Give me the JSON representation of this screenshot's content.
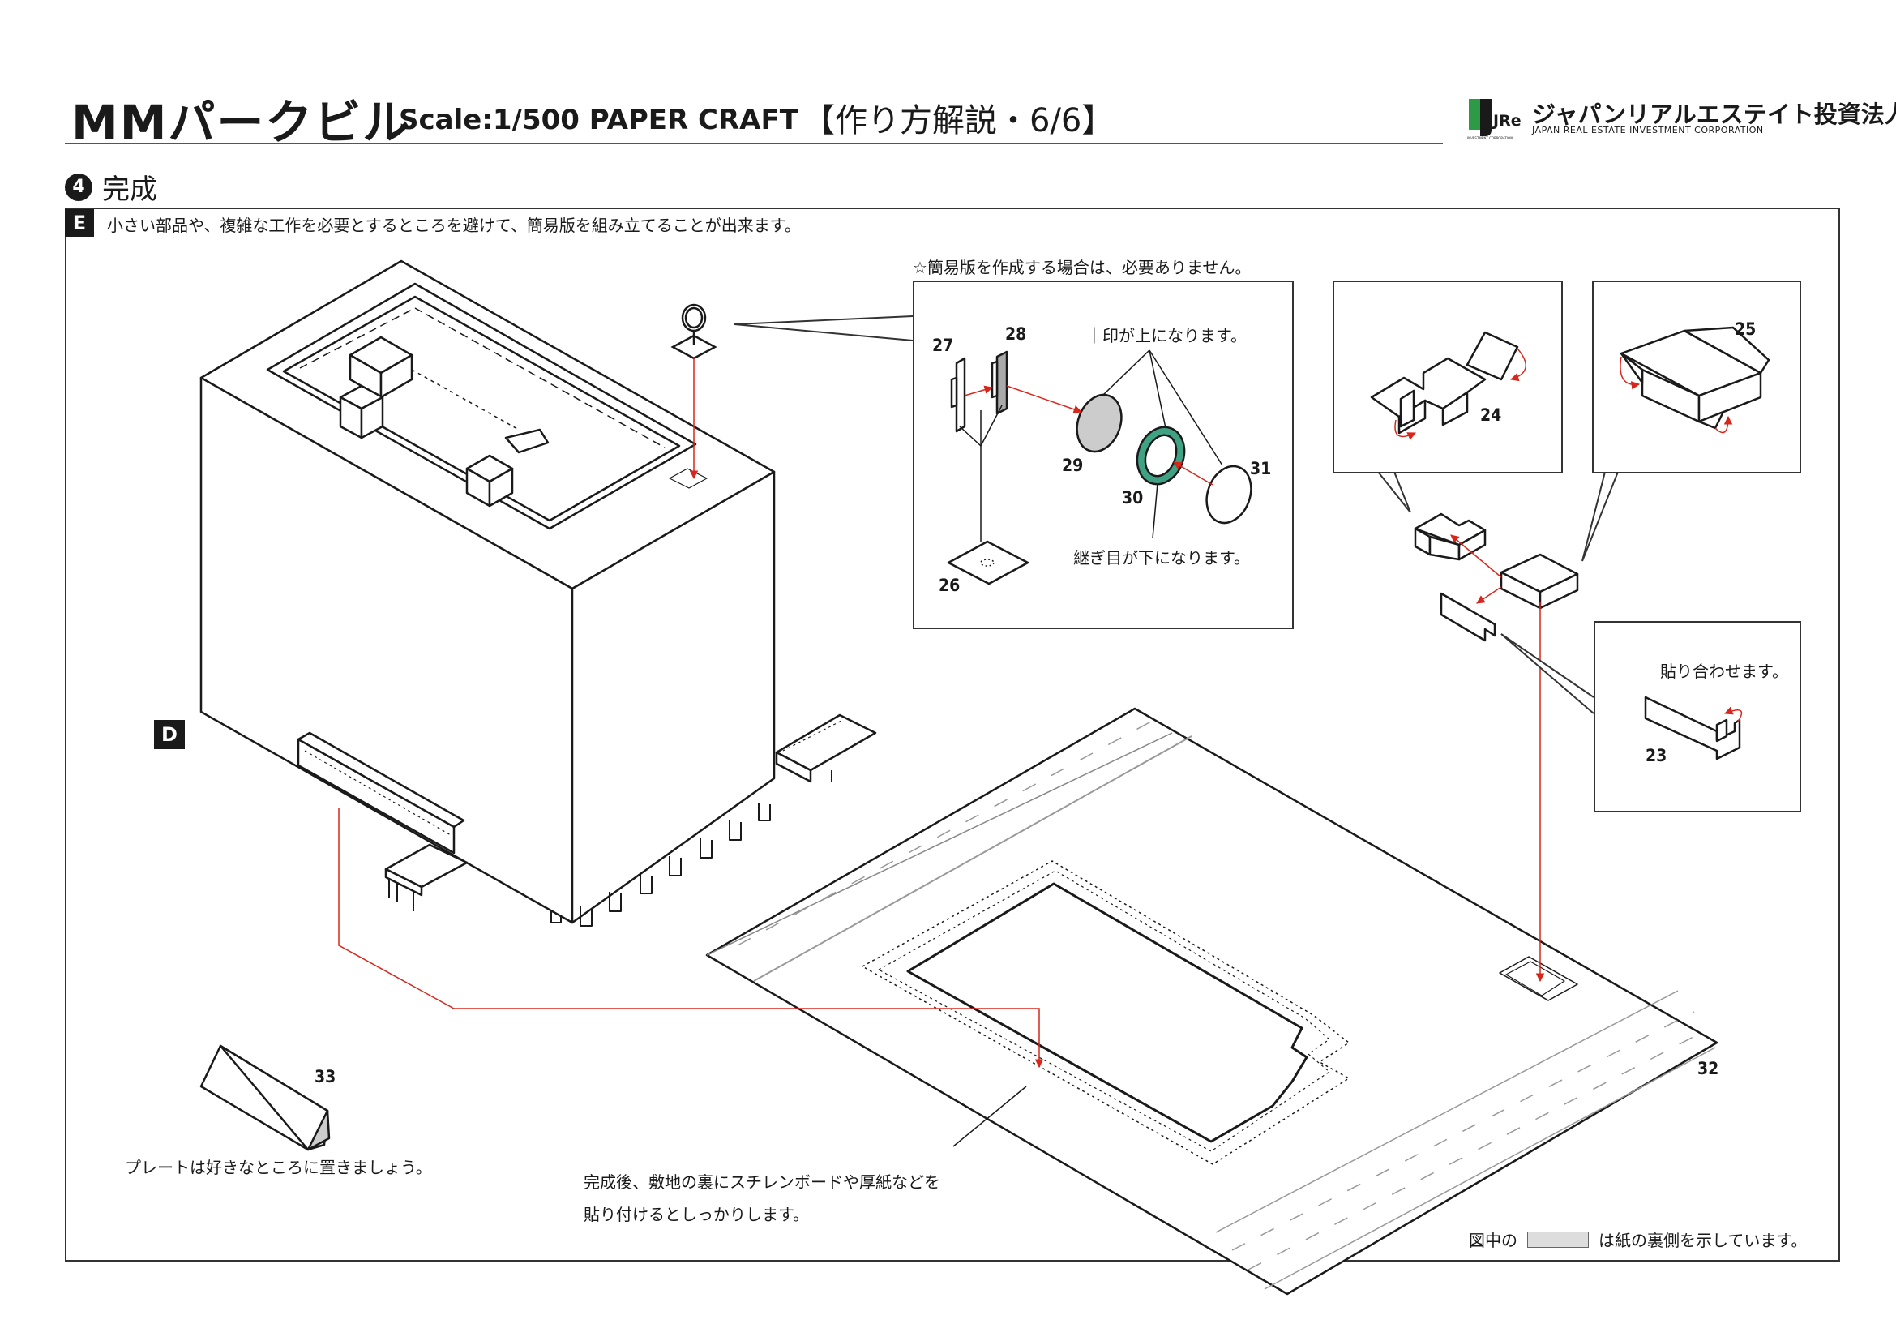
{
  "header": {
    "title": "MMパークビル",
    "scale": "Scale:1/500 PAPER CRAFT",
    "subtitle": "【作り方解説・6/6】",
    "logo_name": "ジャパンリアルエステイト投資法人",
    "logo_en": "JAPAN REAL ESTATE INVESTMENT CORPORATION",
    "logo_mark": "JRe",
    "logo_small": "INVESTMENT CORPORATION"
  },
  "step": {
    "number": "4",
    "title": "完成"
  },
  "badges": {
    "e": "E",
    "d": "D"
  },
  "notes": {
    "intro": "小さい部品や、複雑な工作を必要とするところを避けて、簡易版を組み立てることが出来ます。",
    "simple_version": "☆簡易版を作成する場合は、必要ありません。",
    "mark_up": "｜印が上になります。",
    "seam_down": "継ぎ目が下になります。",
    "glue": "貼り合わせます。",
    "plate": "プレートは好きなところに置きましょう。",
    "finish_line1": "完成後、敷地の裏にスチレンボードや厚紙などを",
    "finish_line2": "貼り付けるとしっかりします。",
    "legend_pre": "図中の",
    "legend_post": "は紙の裏側を示しています。"
  },
  "parts": {
    "p23": "23",
    "p24": "24",
    "p25": "25",
    "p26": "26",
    "p27": "27",
    "p28": "28",
    "p29": "29",
    "p30": "30",
    "p31": "31",
    "p32": "32",
    "p33": "33"
  },
  "colors": {
    "line": "#1a1a1a",
    "arrow": "#d9261c",
    "paper_back": "#dddddd",
    "green_ring": "#3fa383",
    "logo_green": "#2e9a47"
  },
  "icons": {
    "logo": "jre-logo-icon",
    "step": "step-number-icon"
  }
}
